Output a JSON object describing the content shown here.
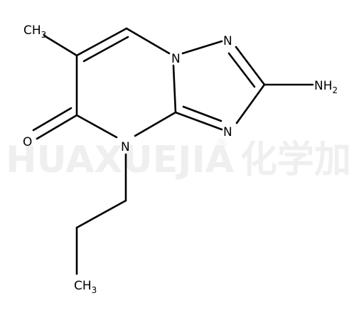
{
  "watermark": {
    "latin": "HUAXUEJIA",
    "registered_mark": "®",
    "cjk": "化学加"
  },
  "atoms": {
    "methyl_top": {
      "base": "CH",
      "sub": "3"
    },
    "amino": {
      "base": "NH",
      "sub": "2"
    },
    "n1": "N",
    "n2": "N",
    "n3": "N",
    "n4": "N",
    "oxygen": "O",
    "methyl_bottom": {
      "base": "CH",
      "sub": "3"
    }
  },
  "colors": {
    "ink": "#000000",
    "watermark": "#efefef"
  }
}
